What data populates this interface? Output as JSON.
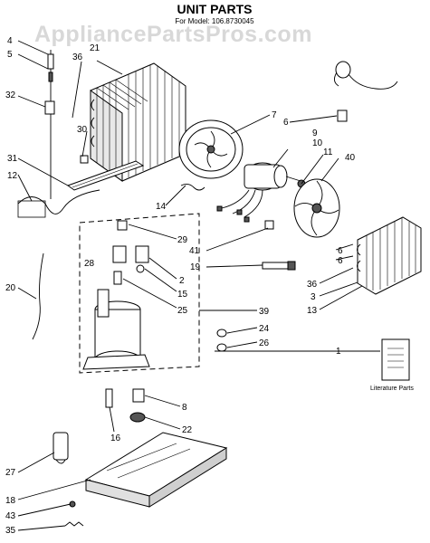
{
  "header": {
    "title": "UNIT PARTS",
    "subtitle": "For Model: 106.8730045"
  },
  "watermark": "AppliancePartsPros.com",
  "callouts": {
    "c1": "1",
    "c2": "2",
    "c3": "3",
    "c4": "4",
    "c5": "5",
    "c6": "6",
    "c6b": "6",
    "c7": "7",
    "c8": "8",
    "c9": "9",
    "c10": "10",
    "c11": "11",
    "c12": "12",
    "c13": "13",
    "c14": "14",
    "c15": "15",
    "c16": "16",
    "c18": "18",
    "c19": "19",
    "c20": "20",
    "c21": "21",
    "c22": "22",
    "c24": "24",
    "c25": "25",
    "c26": "26",
    "c27": "27",
    "c28": "28",
    "c29": "29",
    "c30": "30",
    "c31": "31",
    "c32": "32",
    "c35": "35",
    "c36": "36",
    "c36b": "36",
    "c39": "39",
    "c40": "40",
    "c41": "41",
    "c43": "43"
  },
  "literature_label": "Literature Parts"
}
